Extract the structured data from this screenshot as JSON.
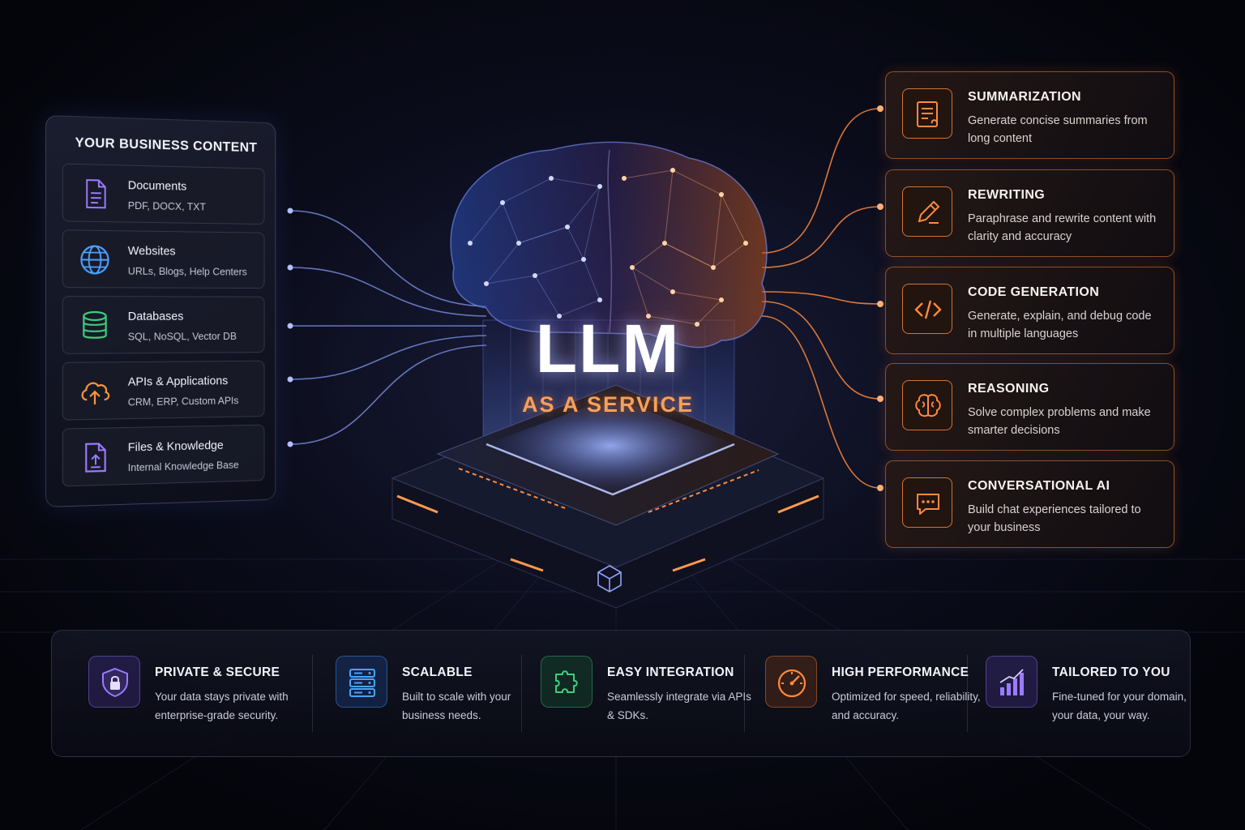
{
  "colors": {
    "accent_orange": "#ff8a3d",
    "accent_blue": "#5b8cff",
    "accent_purple": "#8f6bff",
    "background": "#06070f"
  },
  "left_panel": {
    "title": "YOUR BUSINESS CONTENT",
    "items": [
      {
        "name": "Documents",
        "desc": "PDF, DOCX, TXT",
        "icon": "document-icon",
        "color": "#9b7bff"
      },
      {
        "name": "Websites",
        "desc": "URLs, Blogs, Help Centers",
        "icon": "globe-icon",
        "color": "#4aa3ff"
      },
      {
        "name": "Databases",
        "desc": "SQL, NoSQL, Vector DB",
        "icon": "database-icon",
        "color": "#3fcf7e"
      },
      {
        "name": "APIs & Applications",
        "desc": "CRM, ERP, Custom APIs",
        "icon": "cloud-upload-icon",
        "color": "#ff9a3d"
      },
      {
        "name": "Files & Knowledge",
        "desc": "Internal Knowledge Base",
        "icon": "file-upload-icon",
        "color": "#9b7bff"
      }
    ]
  },
  "center": {
    "title": "LLM",
    "subtitle": "AS A SERVICE"
  },
  "capabilities": [
    {
      "title": "SUMMARIZATION",
      "desc": "Generate concise summaries from long content",
      "icon": "summary-document-icon"
    },
    {
      "title": "REWRITING",
      "desc": "Paraphrase and rewrite content with clarity and accuracy",
      "icon": "pencil-icon"
    },
    {
      "title": "CODE GENERATION",
      "desc": "Generate, explain, and debug code in multiple languages",
      "icon": "code-icon"
    },
    {
      "title": "REASONING",
      "desc": "Solve complex problems and make smarter decisions",
      "icon": "brain-icon"
    },
    {
      "title": "CONVERSATIONAL AI",
      "desc": "Build chat experiences tailored to your business",
      "icon": "chat-bubble-icon"
    }
  ],
  "features": [
    {
      "title": "PRIVATE & SECURE",
      "desc": "Your data stays private with enterprise-grade security.",
      "icon": "shield-lock-icon",
      "color": "#9b7bff"
    },
    {
      "title": "SCALABLE",
      "desc": "Built to scale with your business needs.",
      "icon": "server-stack-icon",
      "color": "#4aa3ff"
    },
    {
      "title": "EASY INTEGRATION",
      "desc": "Seamlessly integrate via APIs & SDKs.",
      "icon": "puzzle-icon",
      "color": "#3fcf7e"
    },
    {
      "title": "HIGH PERFORMANCE",
      "desc": "Optimized for speed, reliability, and accuracy.",
      "icon": "speedometer-icon",
      "color": "#ff8a3d"
    },
    {
      "title": "TAILORED TO YOU",
      "desc": "Fine-tuned for your domain, your data, your way.",
      "icon": "bar-chart-icon",
      "color": "#9b7bff"
    }
  ]
}
